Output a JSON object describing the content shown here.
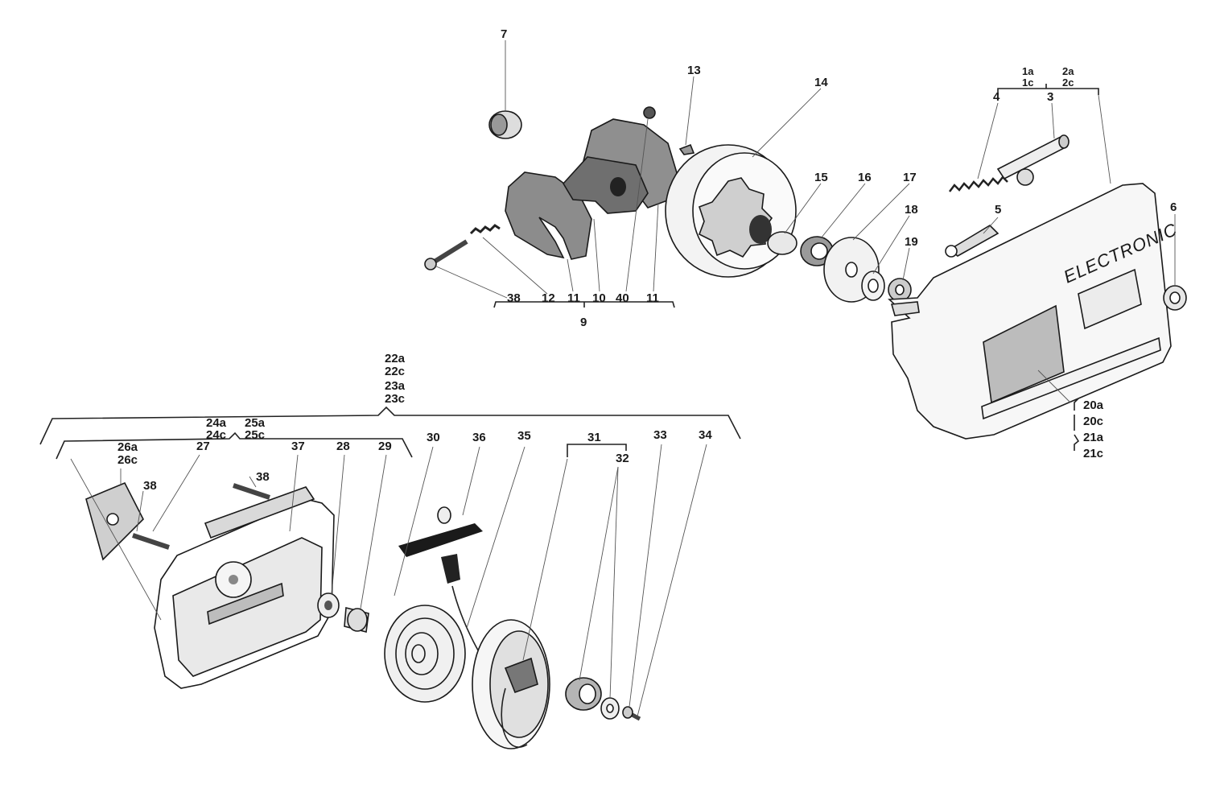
{
  "brand_text": "ELECTRONIC",
  "labels": {
    "p7": "7",
    "p13": "13",
    "p14": "14",
    "p15": "15",
    "p16": "16",
    "p17": "17",
    "p18": "18",
    "p19": "19",
    "p1a": "1a",
    "p1c": "1c",
    "p2a": "2a",
    "p2c": "2c",
    "p3": "3",
    "p4": "4",
    "p5": "5",
    "p6": "6",
    "p38a": "38",
    "p12": "12",
    "p11a": "11",
    "p10": "10",
    "p40": "40",
    "p11b": "11",
    "p9": "9",
    "p20a": "20a",
    "p20c": "20c",
    "p21a": "21a",
    "p21c": "21c",
    "p22a": "22a",
    "p22c": "22c",
    "p23a": "23a",
    "p23c": "23c",
    "p24a": "24a",
    "p24c": "24c",
    "p25a": "25a",
    "p25c": "25c",
    "p26a": "26a",
    "p26c": "26c",
    "p27": "27",
    "p37": "37",
    "p28": "28",
    "p29": "29",
    "p30": "30",
    "p36": "36",
    "p35": "35",
    "p31": "31",
    "p32": "32",
    "p33": "33",
    "p34": "34",
    "p38b": "38",
    "p38c": "38"
  }
}
